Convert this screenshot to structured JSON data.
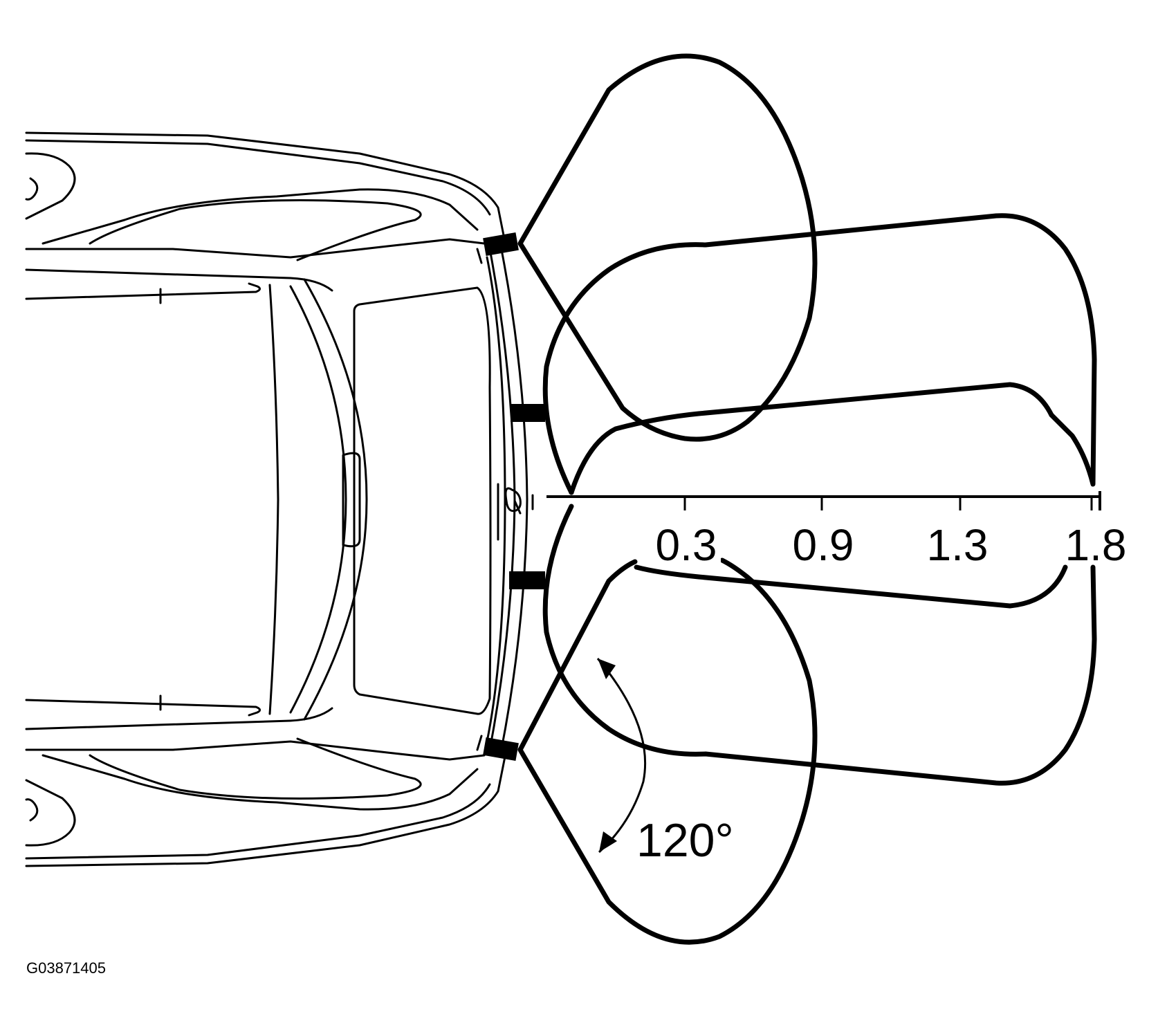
{
  "diagram": {
    "figure_id": "G03871405",
    "angle_label": "120°",
    "scale": {
      "ticks": [
        "0.3",
        "0.9",
        "1.3",
        "1.8"
      ]
    },
    "colors": {
      "line": "#000000",
      "background": "#ffffff"
    }
  }
}
